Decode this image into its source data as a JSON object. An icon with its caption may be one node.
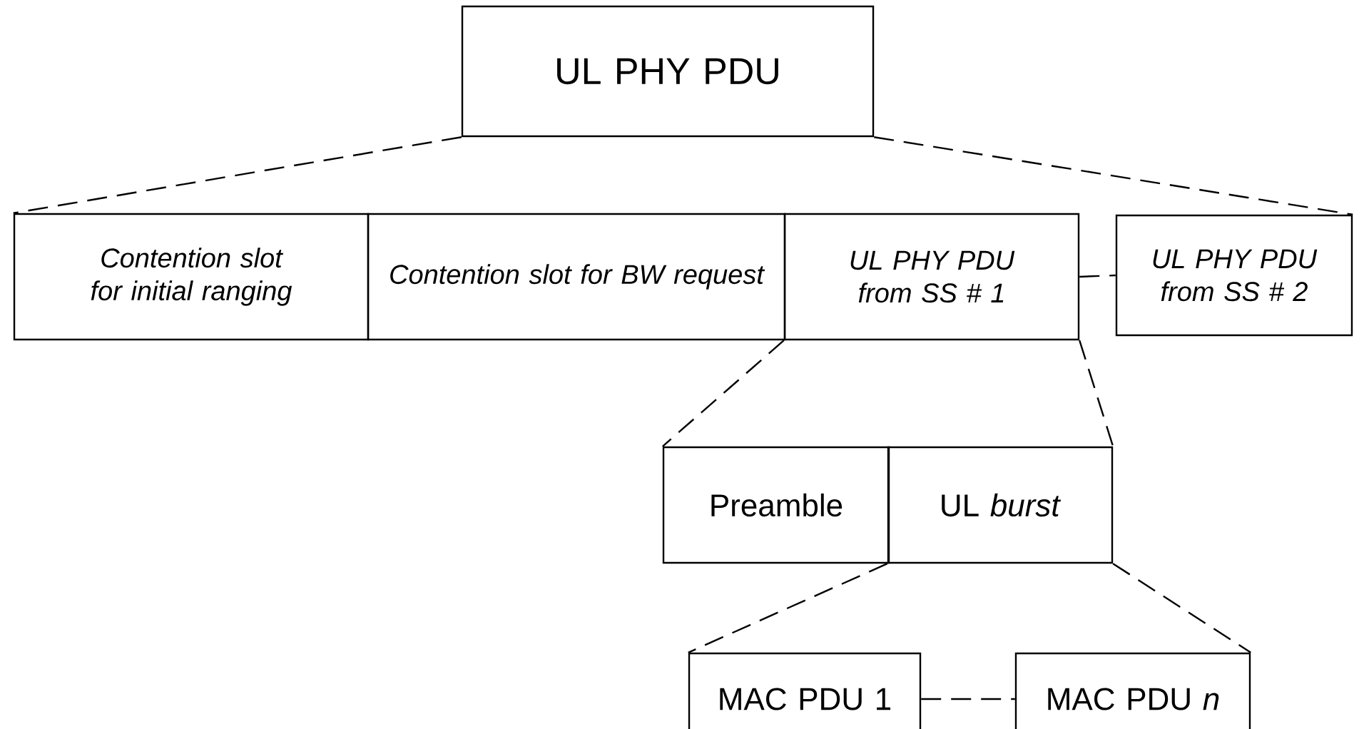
{
  "diagram": {
    "nodes": [
      {
        "text": [
          "UL PHY PDU"
        ]
      },
      {
        "text": [
          "Contention slot for initial ranging"
        ]
      },
      {
        "text": [
          "Contention slot for BW request"
        ]
      },
      {
        "text": [
          "UL PHY PDU from SS # 1"
        ]
      },
      {
        "text": [
          "UL PHY PDU from SS # 2"
        ]
      },
      {
        "text": [
          "Preamble"
        ]
      },
      {
        "text": [
          "UL *burst*"
        ]
      },
      {
        "text": [
          "MAC PDU 1"
        ]
      },
      {
        "text": [
          "MAC PDU *n*"
        ]
      }
    ],
    "edges": [
      {
        "from": 0,
        "to": 1,
        "arrow": "none",
        "style": "dashed"
      },
      {
        "from": 0,
        "to": 4,
        "arrow": "none",
        "style": "dashed"
      },
      {
        "from": 3,
        "to": 4,
        "arrow": "none",
        "style": "dashed"
      },
      {
        "from": 3,
        "to": 5,
        "arrow": "none",
        "style": "dashed"
      },
      {
        "from": 3,
        "to": 6,
        "arrow": "none",
        "style": "dashed"
      },
      {
        "from": 6,
        "to": 7,
        "arrow": "none",
        "style": "dashed"
      },
      {
        "from": 6,
        "to": 8,
        "arrow": "none",
        "style": "dashed"
      },
      {
        "from": 7,
        "to": 8,
        "arrow": "none",
        "style": "dashed"
      }
    ]
  }
}
